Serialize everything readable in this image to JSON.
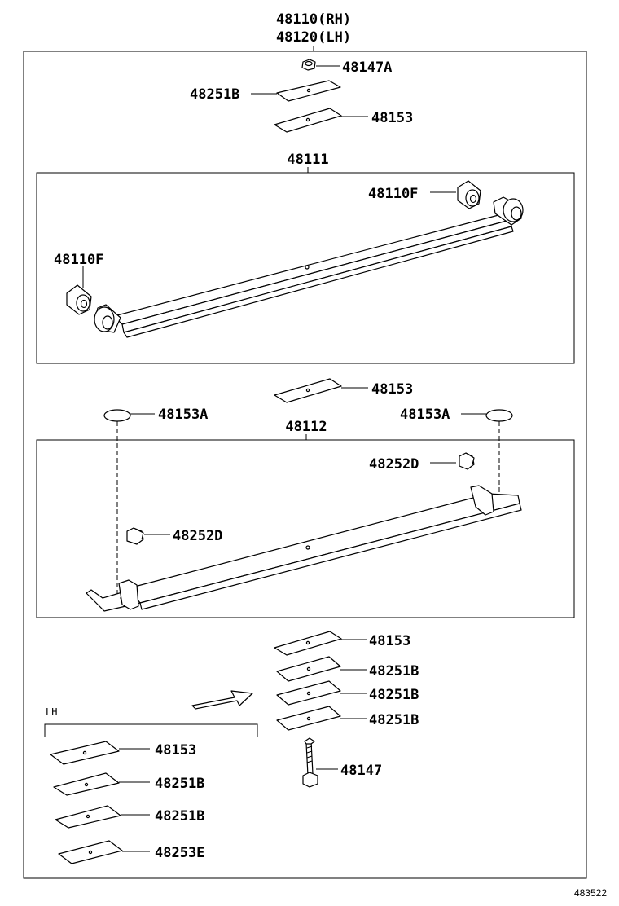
{
  "header": {
    "line1": "48110(RH)",
    "line2": "48120(LH)"
  },
  "parts": {
    "nut_top": "48147A",
    "plate_top": "48251B",
    "pad_top": "48153",
    "assy_1": "48111",
    "bushing_right": "48110F",
    "bushing_left": "48110F",
    "pad_mid": "48153",
    "cap_left": "48153A",
    "cap_right": "48153A",
    "assy_2": "48112",
    "clip_right": "48252D",
    "clip_left": "48252D",
    "pad_lower": "48153",
    "plate_lower_1": "48251B",
    "plate_lower_2": "48251B",
    "plate_lower_3": "48251B",
    "bolt": "48147"
  },
  "lh_group": {
    "title": "LH",
    "items": [
      "48153",
      "48251B",
      "48251B",
      "48253E"
    ]
  },
  "footer": {
    "ref": "483522"
  }
}
